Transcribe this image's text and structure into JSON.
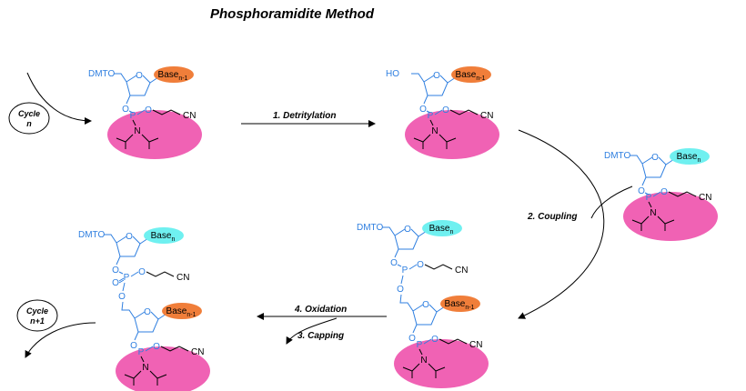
{
  "title": "Phosphoramidite Method",
  "steps": {
    "detritylation": "1. Detritylation",
    "coupling": "2. Coupling",
    "capping": "3. Capping",
    "oxidation": "4. Oxidation"
  },
  "cycle_start": {
    "line1": "Cycle",
    "line2": "n"
  },
  "cycle_end": {
    "line1": "Cycle",
    "line2": "n+1"
  },
  "labels": {
    "dmto": "DMTO",
    "ho": "HO",
    "base_main": "Base",
    "sub_prev": "n-1",
    "sub_n": "n",
    "p": "P",
    "o": "O",
    "n": "N",
    "cn": "CN"
  },
  "colors": {
    "magenta": "#f062b4",
    "orange": "#f07e3a",
    "cyan": "#6ff0f0",
    "blue": "#2f7fe0",
    "black": "#000000"
  }
}
